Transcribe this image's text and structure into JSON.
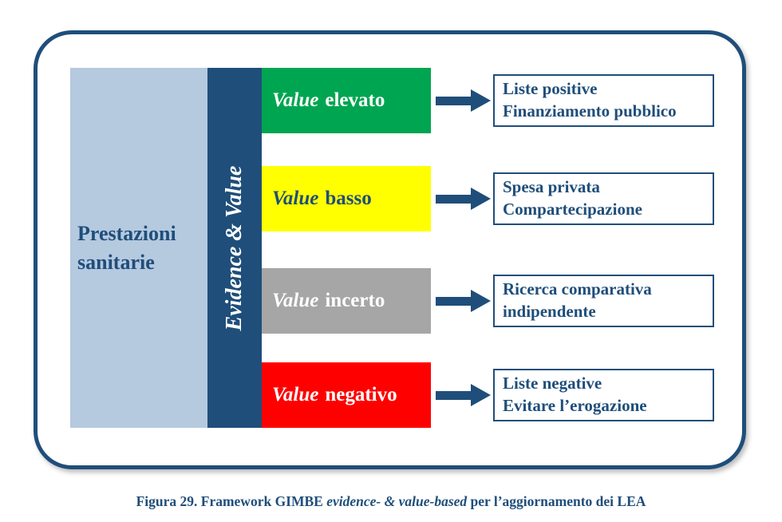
{
  "colors": {
    "navy": "#1f4e7a",
    "light_blue": "#b5c9df",
    "green": "#00a551",
    "yellow": "#ffff00",
    "gray": "#a6a6a6",
    "red": "#ff0000",
    "white": "#ffffff"
  },
  "diagram": {
    "source_label": "Prestazioni sanitarie",
    "spine_label": "Evidence & Value",
    "rows": [
      {
        "value_word": "Value",
        "level_word": "elevato",
        "box_color": "#00a551",
        "text_color": "#ffffff",
        "outcome_lines": [
          "Liste positive",
          "Finanziamento pubblico"
        ]
      },
      {
        "value_word": "Value",
        "level_word": "basso",
        "box_color": "#ffff00",
        "text_color": "#1f4e7a",
        "outcome_lines": [
          "Spesa privata",
          "Compartecipazione"
        ]
      },
      {
        "value_word": "Value",
        "level_word": "incerto",
        "box_color": "#a6a6a6",
        "text_color": "#ffffff",
        "outcome_lines": [
          "Ricerca comparativa",
          "indipendente"
        ]
      },
      {
        "value_word": "Value",
        "level_word": "negativo",
        "box_color": "#ff0000",
        "text_color": "#ffffff",
        "outcome_lines": [
          "Liste negative",
          "Evitare l’erogazione"
        ]
      }
    ]
  },
  "caption": {
    "part1": "Figura 29. Framework GIMBE ",
    "part2_italic": "evidence- & value-based",
    "part3": " per l’aggiornamento dei LEA"
  }
}
